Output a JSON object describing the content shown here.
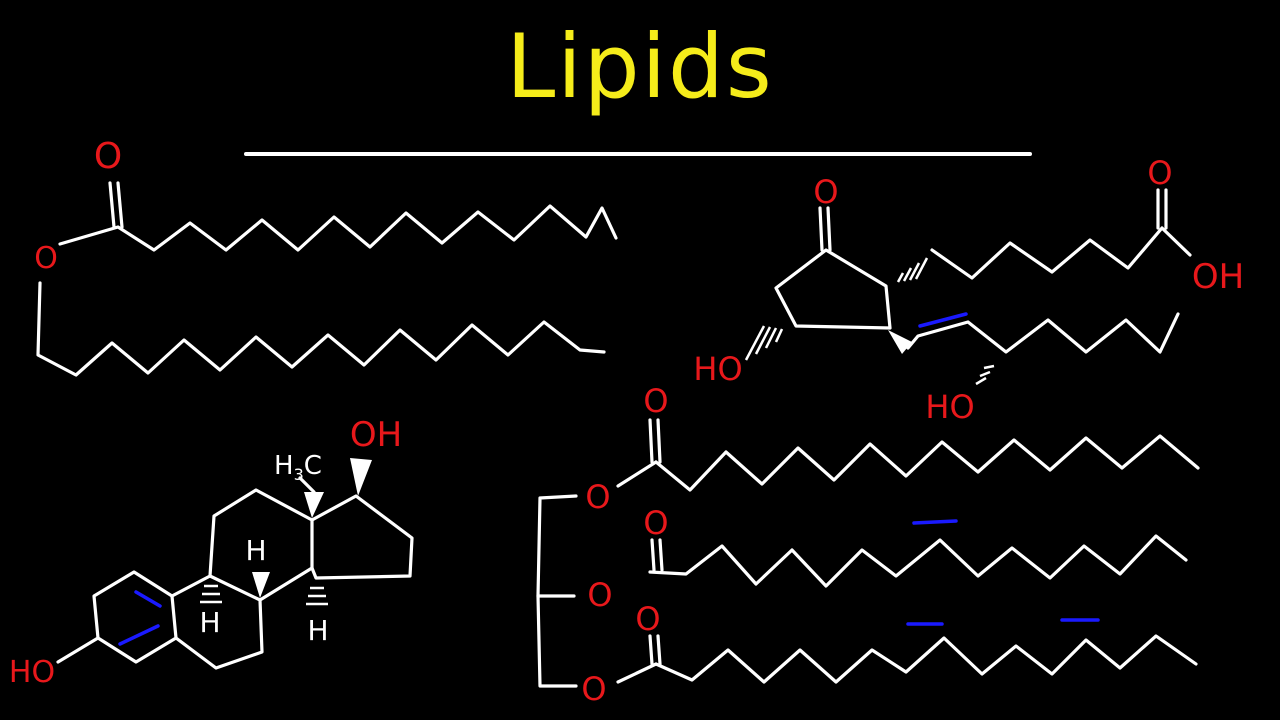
{
  "title": "Lipids",
  "colors": {
    "background": "#000000",
    "title": "#f5ec1a",
    "bond": "#ffffff",
    "heteroatom": "#e8181b",
    "double_bond": "#1a1aff"
  },
  "wax_ester": {
    "carbonyl_oxygen": "O",
    "ester_oxygen": "O"
  },
  "prostaglandin": {
    "ketone_oxygen": "O",
    "acid_oxygen": "O",
    "acid_hydroxyl": "OH",
    "ring_hydroxyl": "HO",
    "chain_hydroxyl": "HO"
  },
  "steroid": {
    "hydroxyl_top": "OH",
    "methyl": "H3C",
    "hydroxyl_left": "HO",
    "hydrogen_1": "H",
    "hydrogen_2": "H",
    "hydrogen_3": "H"
  },
  "triglyceride": {
    "ester_oxygens": [
      "O",
      "O",
      "O"
    ],
    "carbonyl_oxygens": [
      "O",
      "O",
      "O"
    ]
  }
}
